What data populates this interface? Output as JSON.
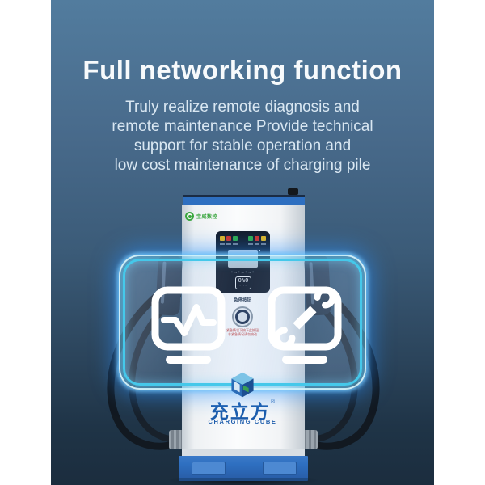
{
  "banner": {
    "title": "Full networking function",
    "subtitle_lines": [
      "Truly realize remote diagnosis and",
      "remote maintenance Provide technical",
      "support for stable operation and",
      "low cost maintenance of charging pile"
    ]
  },
  "charger": {
    "supplier_mark_text": "宝威数控",
    "indicators_left": [
      "#e3b61f",
      "#d43128",
      "#2fae4a"
    ],
    "indicators_right": [
      "#2fae4a",
      "#d43128",
      "#e3b61f"
    ],
    "flow_text": "▪→▪→▪→▪",
    "meter_value": "0%0",
    "meter_dots": "····",
    "estop_label": "急停按钮",
    "warning_line1": "紧急情况下按下此按钮",
    "warning_line2": "非紧急情况请勿按动",
    "brand_cn": "充立方",
    "reg_mark": "®",
    "brand_en": "CHARGING CUBE"
  },
  "overlay": {
    "icons": [
      {
        "name": "monitor-waveform-icon",
        "meaning": "remote diagnosis"
      },
      {
        "name": "monitor-wrench-icon",
        "meaning": "remote maintenance"
      }
    ]
  },
  "colors": {
    "accent": "#45c8ea",
    "brand_blue": "#1d5dac",
    "logo_green": "#3aa63f",
    "base_blue": "#2e6fc0"
  }
}
